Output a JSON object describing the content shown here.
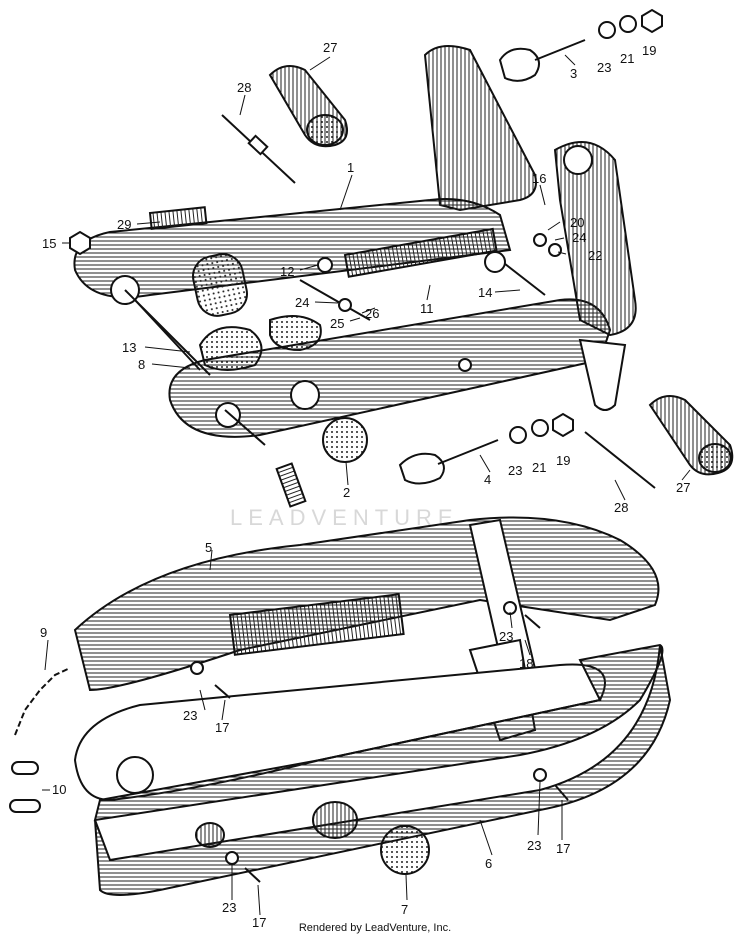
{
  "watermark": "LEADVENTURE",
  "footer": "Rendered by LeadVenture, Inc.",
  "callouts": [
    "27",
    "28",
    "1",
    "29",
    "15",
    "12",
    "24",
    "25",
    "26",
    "11",
    "13",
    "8",
    "14",
    "16",
    "20",
    "24",
    "22",
    "3",
    "23",
    "21",
    "19",
    "2",
    "4",
    "23",
    "21",
    "19",
    "28",
    "27",
    "5",
    "9",
    "10",
    "23",
    "17",
    "18",
    "23",
    "23",
    "17",
    "6",
    "7",
    "23",
    "17"
  ],
  "colors": {
    "ink": "#111111",
    "paper": "#ffffff"
  }
}
